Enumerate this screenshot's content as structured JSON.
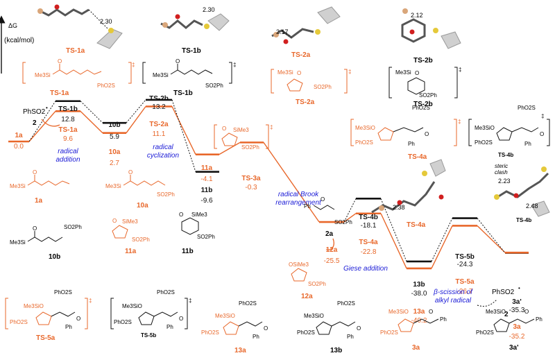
{
  "colors": {
    "orange": "#e8672a",
    "black": "#111111",
    "blue": "#1a1ad6",
    "grey": "#666666",
    "bond": "#555555",
    "atom_o": "#d11f1f",
    "atom_s": "#e5c93a",
    "atom_si": "#d9a67a",
    "atom_h": "#e9e9e9",
    "atom_c": "#8a8a8a"
  },
  "axis": {
    "symbol": "ΔG",
    "unit": "(kcal/mol)"
  },
  "levels": [
    {
      "id": "1a",
      "name": "1a",
      "value": "0.0",
      "energy": 0.0,
      "path": "orange"
    },
    {
      "id": "TS1b",
      "name": "TS-1b",
      "value": "12.8",
      "energy": 12.8,
      "path": "black"
    },
    {
      "id": "TS1a",
      "name": "TS-1a",
      "value": "9.6",
      "energy": 9.6,
      "path": "orange"
    },
    {
      "id": "10b",
      "name": "10b",
      "value": "5.9",
      "energy": 5.9,
      "path": "black"
    },
    {
      "id": "10a",
      "name": "10a",
      "value": "2.7",
      "energy": 2.7,
      "path": "orange"
    },
    {
      "id": "TS2b",
      "name": "TS-2b",
      "value": "13.2",
      "energy": 13.2,
      "path": "black"
    },
    {
      "id": "TS2a",
      "name": "TS-2a",
      "value": "11.1",
      "energy": 11.1,
      "path": "orange"
    },
    {
      "id": "11a",
      "name": "11a",
      "value": "-4.1",
      "energy": -4.1,
      "path": "orange"
    },
    {
      "id": "11b",
      "name": "11b",
      "value": "-9.6",
      "energy": -9.6,
      "path": "black"
    },
    {
      "id": "TS3a",
      "name": "TS-3a",
      "value": "-0.3",
      "energy": -0.3,
      "path": "orange"
    },
    {
      "id": "12a",
      "name": "12a",
      "value": "-25.5",
      "energy": -25.5,
      "path": "orange"
    },
    {
      "id": "TS4b",
      "name": "TS-4b",
      "value": "-18.1",
      "energy": -18.1,
      "path": "black"
    },
    {
      "id": "TS4a",
      "name": "TS-4a",
      "value": "-22.8",
      "energy": -22.8,
      "path": "orange"
    },
    {
      "id": "13b",
      "name": "13b",
      "value": "-38.0",
      "energy": -38.0,
      "path": "black"
    },
    {
      "id": "13a",
      "name": "13a",
      "value": "-40.2",
      "energy": -40.2,
      "path": "orange"
    },
    {
      "id": "TS5b",
      "name": "TS-5b",
      "value": "-24.3",
      "energy": -24.3,
      "path": "black"
    },
    {
      "id": "TS5a",
      "name": "TS-5a",
      "value": "-26.7",
      "energy": -26.7,
      "path": "orange"
    },
    {
      "id": "3ap",
      "name": "3a'",
      "value": "-35.3",
      "energy": -35.3,
      "path": "black"
    },
    {
      "id": "3a",
      "name": "3a",
      "value": "-35.2",
      "energy": -35.2,
      "path": "orange"
    }
  ],
  "step_labels": {
    "radical_addition": "radical addition",
    "radical_cyclization": "radical cyclization",
    "radical_brook": "radical Brook rearrangement",
    "giese": "Giese addition",
    "beta_scission": "β-scission of alkyl radical"
  },
  "reagents": {
    "phso2": "PhSO2",
    "two": "2",
    "twoa": "2a"
  },
  "ts3d": {
    "TS1a": {
      "label": "TS-1a",
      "distance": "2.30"
    },
    "TS1b": {
      "label": "TS-1b",
      "distance": "2.30"
    },
    "TS2a": {
      "label": "TS-2a",
      "distance": "2.17"
    },
    "TS2b": {
      "label": "TS-2b",
      "distance": "2.12"
    },
    "TS4a": {
      "label": "TS-4a",
      "distance": "2.38"
    },
    "TS4b": {
      "label": "TS-4b",
      "distance1": "2.23",
      "distance2": "2.48",
      "note": "steric clash"
    }
  },
  "structures": {
    "TS1a": {
      "label": "TS-1a",
      "frag1": "Me3Si",
      "frag2": "PhO2S",
      "mark": "‡"
    },
    "TS1b": {
      "label": "TS-1b",
      "frag1": "Me3Si",
      "frag2": "SO2Ph",
      "mark": "‡"
    },
    "TS2a": {
      "label": "TS-2a",
      "frag1": "Me3Si",
      "frag2": "SO2Ph",
      "mark": "‡"
    },
    "TS2b": {
      "label": "TS-2b",
      "frag1": "Me3Si",
      "frag2": "SO2Ph",
      "mark": "‡"
    },
    "TS3a": {
      "frag1": "SiMe3",
      "frag2": "SO2Ph",
      "mark": "‡"
    },
    "TS4a": {
      "label": "TS-4a",
      "frag1": "PhO2S",
      "frag2": "Me3SiO",
      "frag3": "PhO2S",
      "frag4": "Ph",
      "mark": "‡"
    },
    "TS4b": {
      "label": "TS-4b",
      "frag1": "PhO2S",
      "frag2": "Me3SiO",
      "frag3": "PhO2S",
      "frag4": "Ph",
      "mark": "‡"
    },
    "1a": {
      "label": "1a",
      "frag1": "Me3Si"
    },
    "10a": {
      "label": "10a",
      "frag1": "Me3Si",
      "frag2": "SO2Ph"
    },
    "10b": {
      "label": "10b",
      "frag1": "Me3Si",
      "frag2": "SO2Ph"
    },
    "11a": {
      "label": "11a",
      "frag1": "SiMe3",
      "frag2": "SO2Ph"
    },
    "11b": {
      "label": "11b",
      "frag1": "SiMe3",
      "frag2": "SO2Ph"
    },
    "12a": {
      "label": "12a",
      "frag1": "OSiMe3",
      "frag2": "SO2Ph"
    },
    "2a": {
      "frag1": "Ph",
      "frag2": "SO2Ph"
    },
    "TS5a": {
      "label": "TS-5a",
      "frag1": "PhO2S",
      "frag2": "Me3SiO",
      "frag3": "PhO2S",
      "frag4": "Ph",
      "mark": "‡"
    },
    "TS5b": {
      "label": "TS-5b",
      "frag1": "PhO2S",
      "frag2": "Me3SiO",
      "frag3": "PhO2S",
      "frag4": "Ph",
      "mark": "‡"
    },
    "13a": {
      "label": "13a",
      "frag1": "PhO2S",
      "frag2": "Me3SiO",
      "frag3": "PhO2S",
      "frag4": "Ph"
    },
    "13b": {
      "label": "13b",
      "frag1": "PhO2S",
      "frag2": "Me3SiO",
      "frag3": "PhO2S",
      "frag4": "Ph"
    },
    "3a": {
      "label": "3a",
      "frag1": "Me3SiO",
      "frag2": "PhO2S",
      "frag3": "Ph"
    },
    "3ap": {
      "label": "3a'",
      "frag1": "Me3SiO",
      "frag2": "PhO2S",
      "frag3": "Ph"
    }
  }
}
